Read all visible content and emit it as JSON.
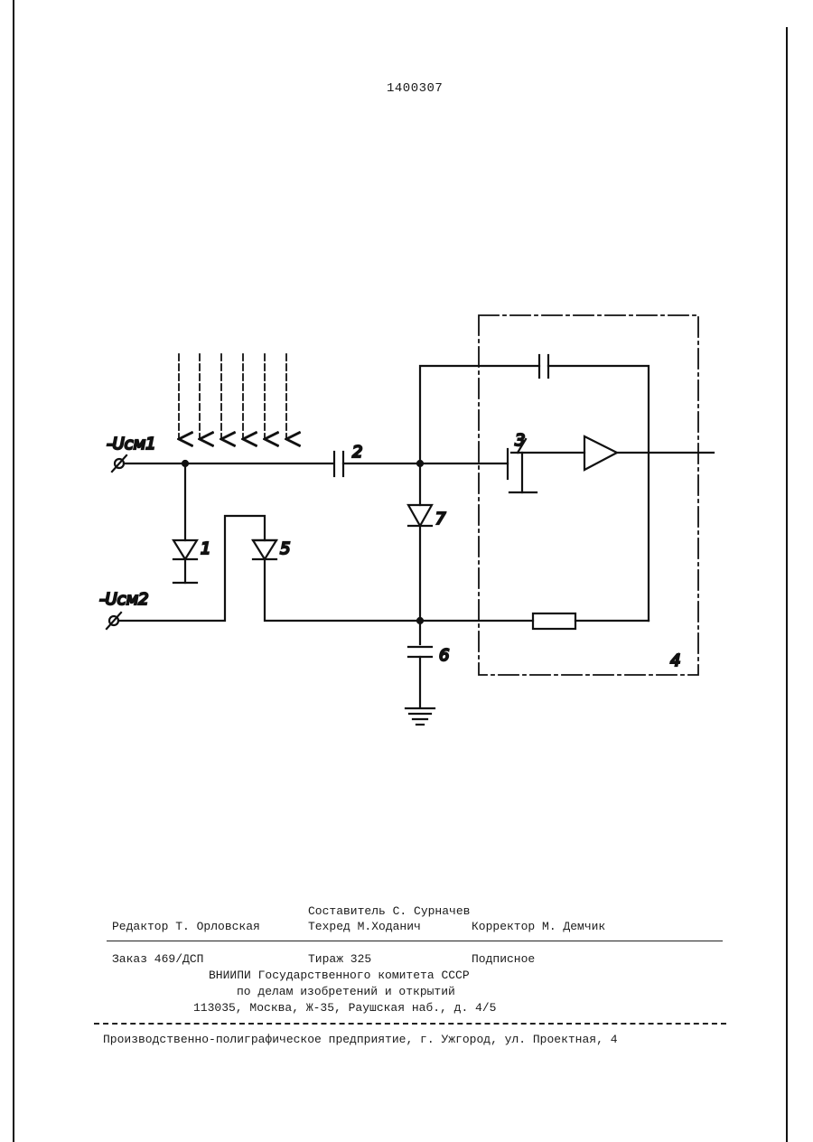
{
  "header": {
    "patent_number": "1400307"
  },
  "schematic": {
    "terminal_labels": {
      "ucm1": "-Ucм1",
      "ucm2": "-Ucм2"
    },
    "component_labels": {
      "photodiode": "1",
      "capacitor": "2",
      "transistor": "3",
      "block": "4",
      "diode5": "5",
      "capacitor6": "6",
      "diode7": "7"
    }
  },
  "imprint": {
    "compiler": "Составитель С. Сурначев",
    "editor": "Редактор Т. Орловская",
    "techred": "Техред М.Ходанич",
    "corrector": "Корректор М. Демчик",
    "order": "Заказ 469/ДСП",
    "print_run": "Тираж 325",
    "subscription": "Подписное",
    "org_line1": "ВНИИПИ Государственного комитета СССР",
    "org_line2": "по делам изобретений и открытий",
    "address": "113035, Москва, Ж-35, Раушская наб., д. 4/5",
    "printer": "Производственно-полиграфическое предприятие, г. Ужгород, ул. Проектная, 4"
  }
}
